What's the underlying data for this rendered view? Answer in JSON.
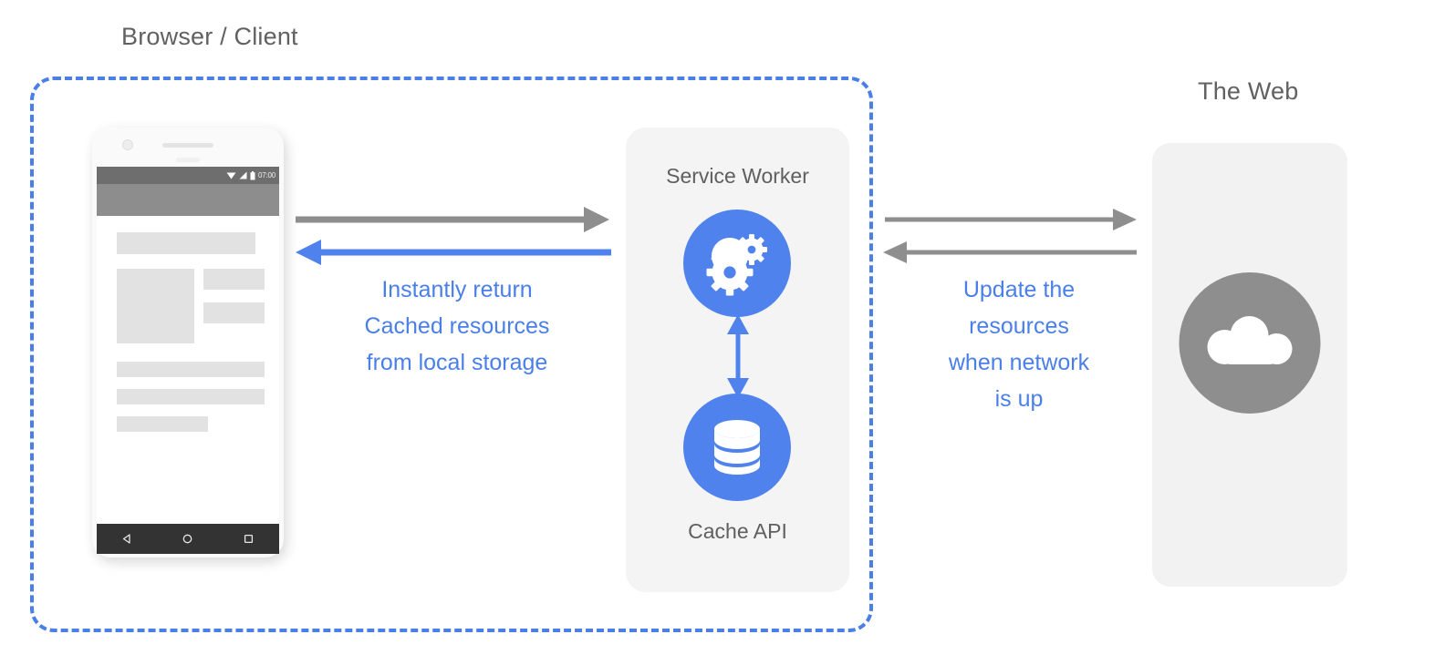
{
  "diagram": {
    "title_browser": "Browser / Client",
    "title_web": "The Web",
    "accent_blue": "#4f82ec",
    "gray": "#8e8e8e",
    "text_gray": "#5f5f5f"
  },
  "phone": {
    "status_time": "07:00",
    "status_icons": [
      "wifi-icon",
      "signal-icon",
      "battery-icon"
    ],
    "nav_icons": [
      "back-icon",
      "home-icon",
      "recents-icon"
    ]
  },
  "service_worker": {
    "label": "Service Worker",
    "icon": "gears-icon",
    "cache_label": "Cache API",
    "cache_icon": "database-icon",
    "link_icon": "double-arrow-vertical-icon"
  },
  "web": {
    "icon": "cloud-icon"
  },
  "captions": {
    "left": "Instantly return\nCached resources\nfrom local storage",
    "right": "Update the\nresources\nwhen network\nis up"
  },
  "arrows": {
    "client_to_sw": "request-arrow-right",
    "sw_to_client": "cached-response-arrow-left",
    "sw_to_web": "network-arrow-right",
    "web_to_sw": "network-arrow-left"
  }
}
